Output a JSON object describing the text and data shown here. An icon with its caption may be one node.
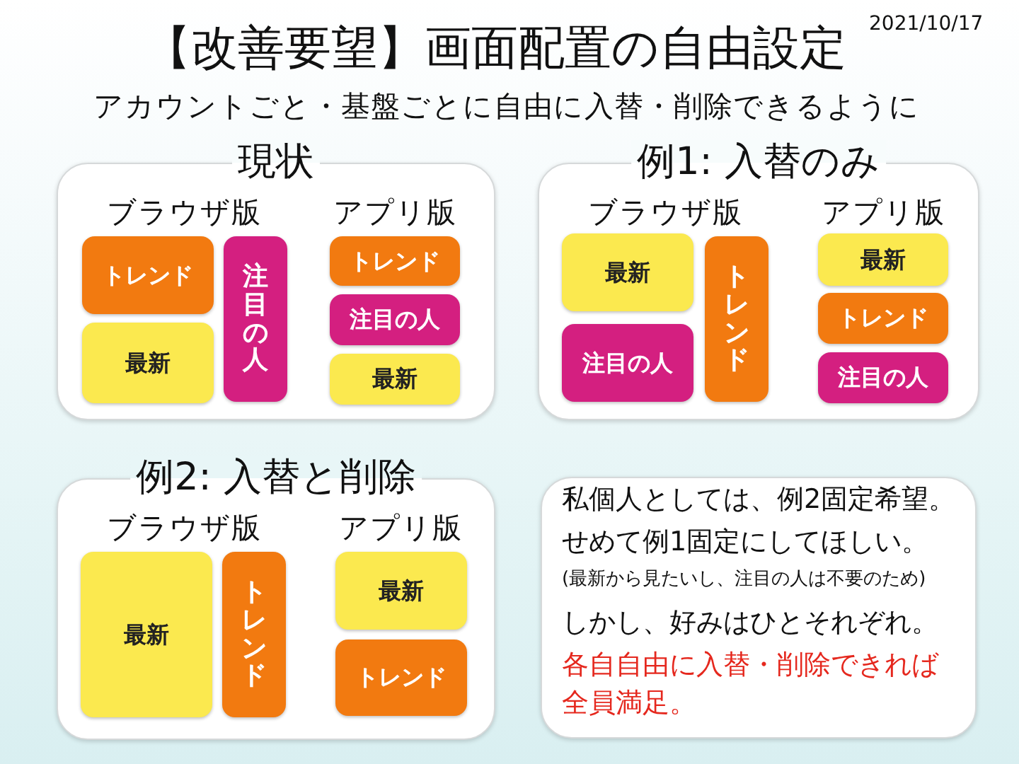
{
  "diagram": {
    "title": "【改善要望】画面配置の自由設定",
    "nodes": [
      {
        "text": [
          "現状",
          "ブラウザ版",
          "アプリ版"
        ]
      },
      {
        "text": [
          "トレンド"
        ],
        "in": 0
      },
      {
        "text": [
          "最新"
        ],
        "in": 0
      },
      {
        "text": [
          "注目の人"
        ],
        "in": 0
      },
      {
        "text": [
          "トレンド"
        ],
        "in": 0
      },
      {
        "text": [
          "注目の人"
        ],
        "in": 0
      },
      {
        "text": [
          "最新"
        ],
        "in": 0
      },
      {
        "text": [
          "例1: 入替のみ",
          "ブラウザ版",
          "アプリ版"
        ]
      },
      {
        "text": [
          "最新"
        ],
        "in": 7
      },
      {
        "text": [
          "注目の人"
        ],
        "in": 7
      },
      {
        "text": [
          "トレンド"
        ],
        "in": 7
      },
      {
        "text": [
          "最新"
        ],
        "in": 7
      },
      {
        "text": [
          "トレンド"
        ],
        "in": 7
      },
      {
        "text": [
          "注目の人"
        ],
        "in": 7
      },
      {
        "text": [
          "例2: 入替と削除",
          "ブラウザ版",
          "アプリ版"
        ]
      },
      {
        "text": [
          "最新"
        ],
        "in": 14
      },
      {
        "text": [
          "トレンド"
        ],
        "in": 14
      },
      {
        "text": [
          "最新"
        ],
        "in": 14
      },
      {
        "text": [
          "トレンド"
        ],
        "in": 14
      },
      {
        "text": [
          "私個人としては、例2固定希望。",
          "せめて例1固定にしてほしい。",
          "(最新から見たいし、注目の人は不要のため)",
          "しかし、好みはひとそれぞれ。",
          "各自自由に入替・削除できれば全員満足。"
        ]
      }
    ],
    "labels": [
      "2021/10/17",
      "アカウントごと・基盤ごとに自由に入替・削除できるように"
    ]
  }
}
